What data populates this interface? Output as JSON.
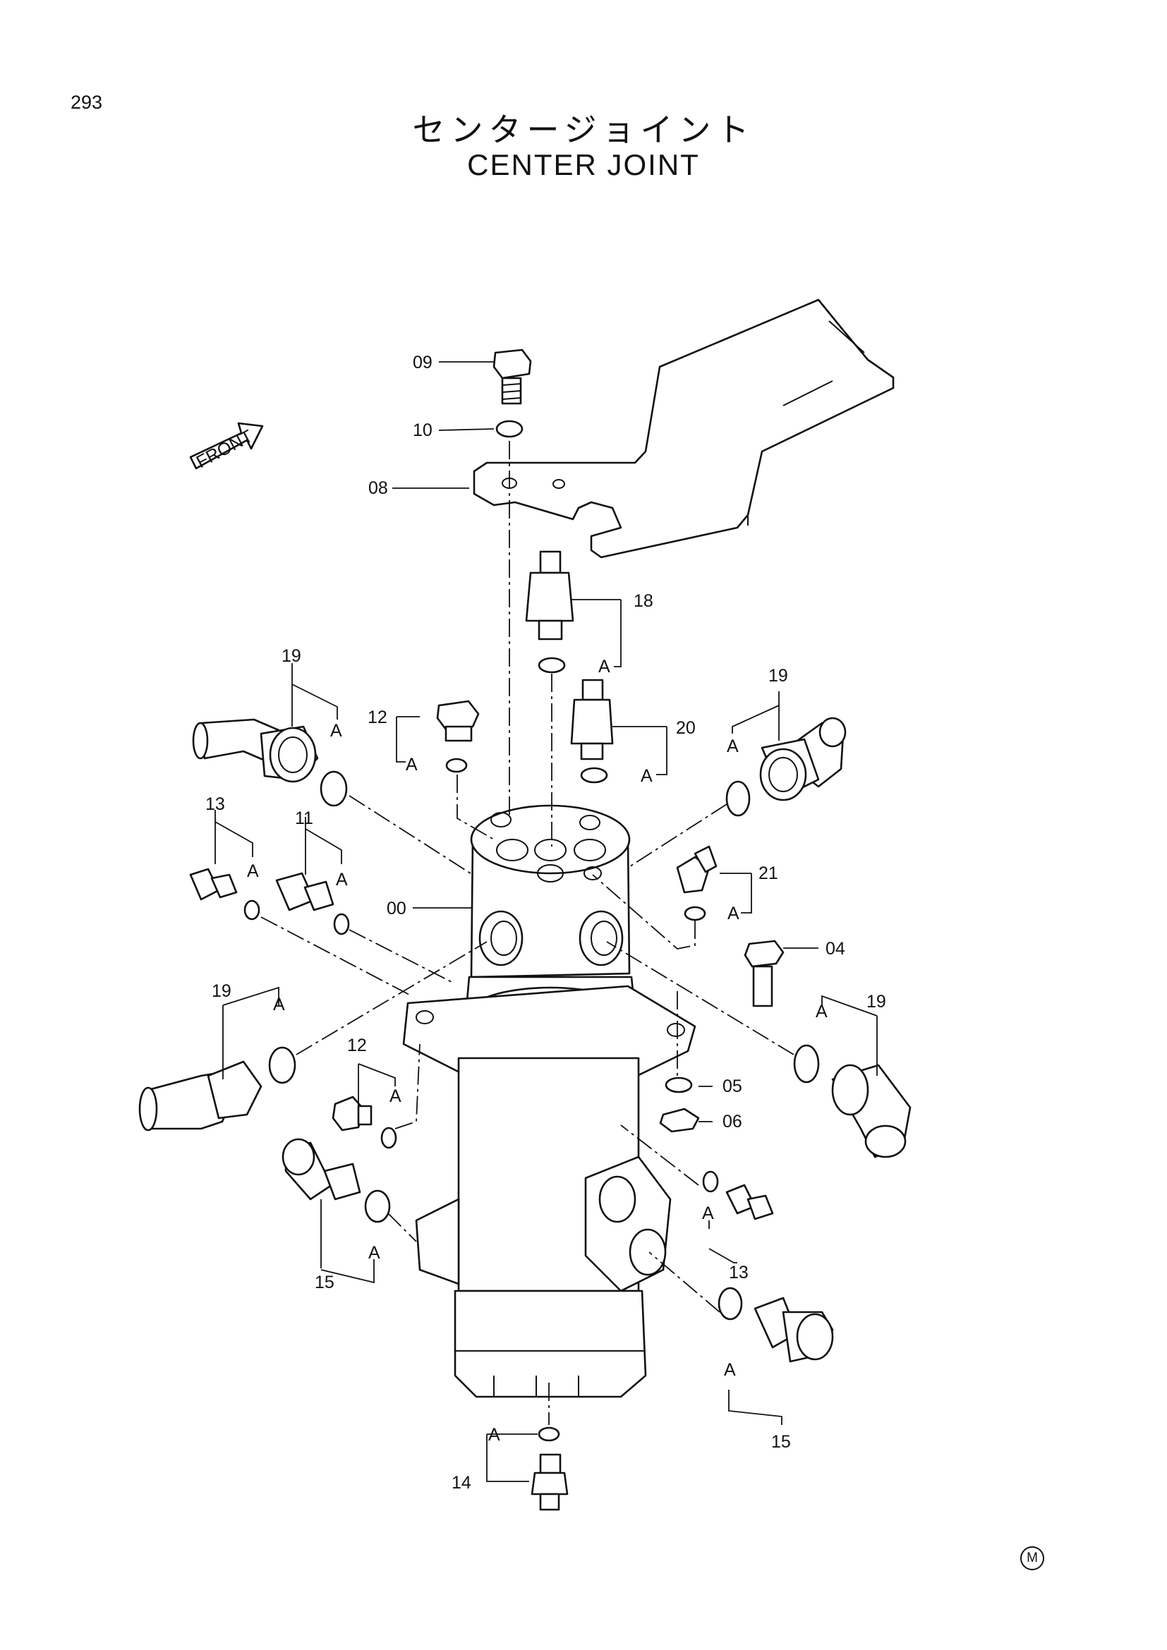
{
  "page_number": "293",
  "title_japanese": "センタージョイント",
  "title_english": "CENTER JOINT",
  "front_arrow_label": "FRONT",
  "corner_mark": "M",
  "callouts": {
    "c00": "00",
    "c04": "04",
    "c05": "05",
    "c06": "06",
    "c08": "08",
    "c09": "09",
    "c10": "10",
    "c11": "11",
    "c12a": "12",
    "c12b": "12",
    "c13a": "13",
    "c13b": "13",
    "c14": "14",
    "c15a": "15",
    "c15b": "15",
    "c18": "18",
    "c19a": "19",
    "c19b": "19",
    "c19c": "19",
    "c19d": "19",
    "c20": "20",
    "c21": "21"
  },
  "kit_marker": "A"
}
